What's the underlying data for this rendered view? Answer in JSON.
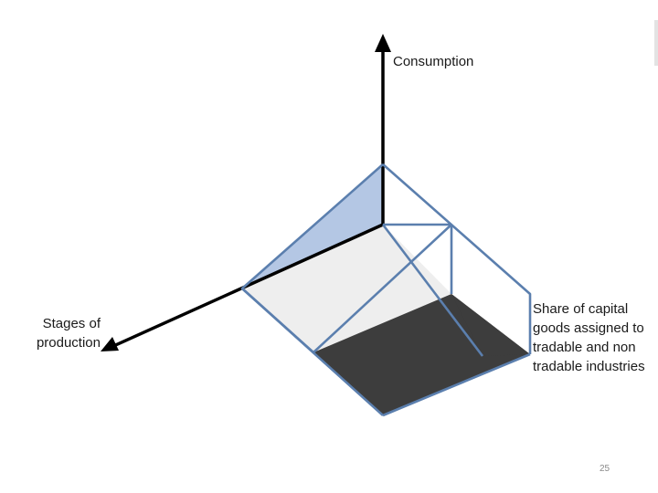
{
  "slide": {
    "axis_consumption_label": "Consumption",
    "axis_stages_label": "Stages of production",
    "axis_share_label": "Share of capital goods assigned to tradable and non tradable industries",
    "page_number": "25"
  },
  "colors": {
    "edge_blue": "#5b7fae",
    "light_blue_face": "#b4c7e4",
    "light_gray_face": "#eeeeee",
    "dark_face": "#3d3d3d",
    "axis_black": "#000000"
  }
}
